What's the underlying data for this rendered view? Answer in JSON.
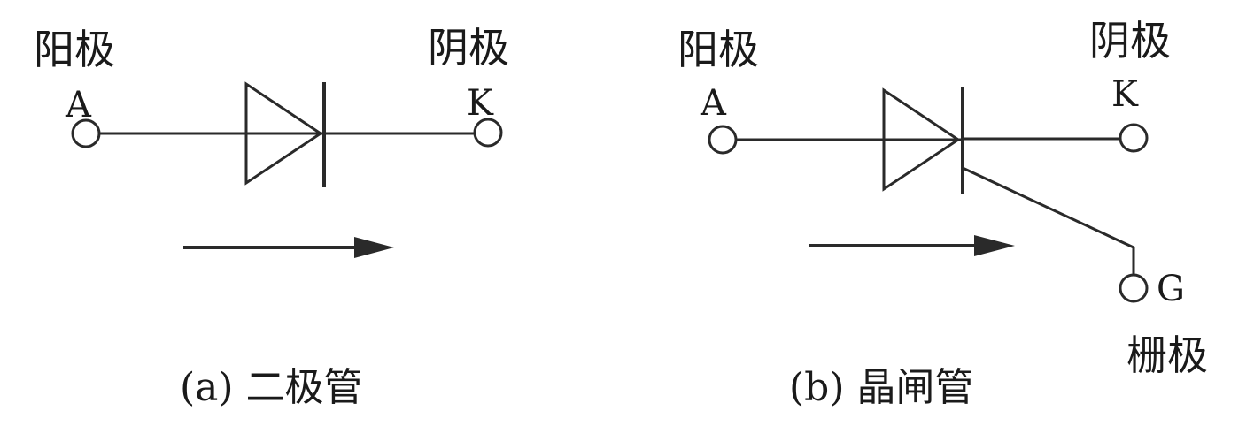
{
  "diagram_a": {
    "anode_label": "阳极",
    "anode_letter": "A",
    "cathode_label": "阴极",
    "cathode_letter": "K",
    "caption": "(a) 二极管"
  },
  "diagram_b": {
    "anode_label": "阳极",
    "anode_letter": "A",
    "cathode_label": "阴极",
    "cathode_letter": "K",
    "gate_letter": "G",
    "gate_label": "栅极",
    "caption": "(b) 晶闸管"
  },
  "colors": {
    "stroke": "#2a2a2a",
    "text": "#1a1a1a",
    "background": "#ffffff"
  }
}
